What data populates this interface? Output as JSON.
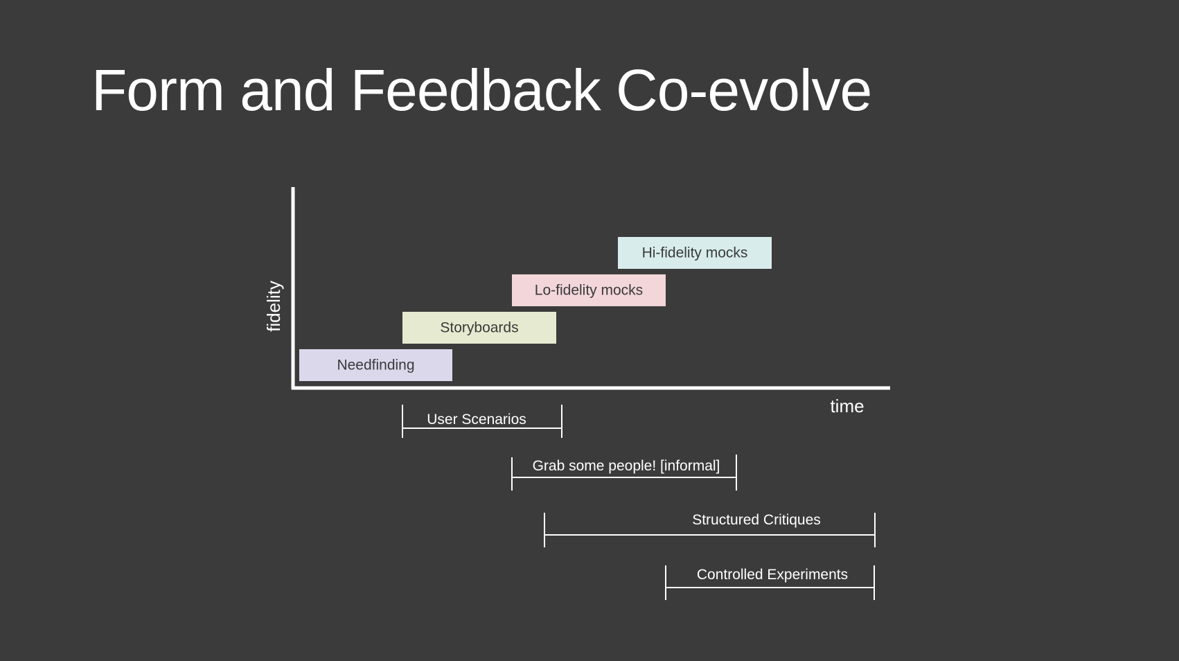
{
  "slide": {
    "title": "Form and Feedback Co-evolve",
    "background": "#3b3b3b"
  },
  "axes": {
    "x_label": "time",
    "y_label": "fidelity",
    "color": "#ffffff"
  },
  "phases": [
    {
      "label": "Needfinding",
      "color": "#dcd8ec",
      "step": 1
    },
    {
      "label": "Storyboards",
      "color": "#e6ead0",
      "step": 2
    },
    {
      "label": "Lo-fidelity mocks",
      "color": "#f2d6da",
      "step": 3
    },
    {
      "label": "Hi-fidelity mocks",
      "color": "#d8ecec",
      "step": 4
    }
  ],
  "feedback_methods": [
    {
      "label": "User Scenarios"
    },
    {
      "label": "Grab some people! [informal]"
    },
    {
      "label": "Structured Critiques"
    },
    {
      "label": "Controlled Experiments"
    }
  ]
}
